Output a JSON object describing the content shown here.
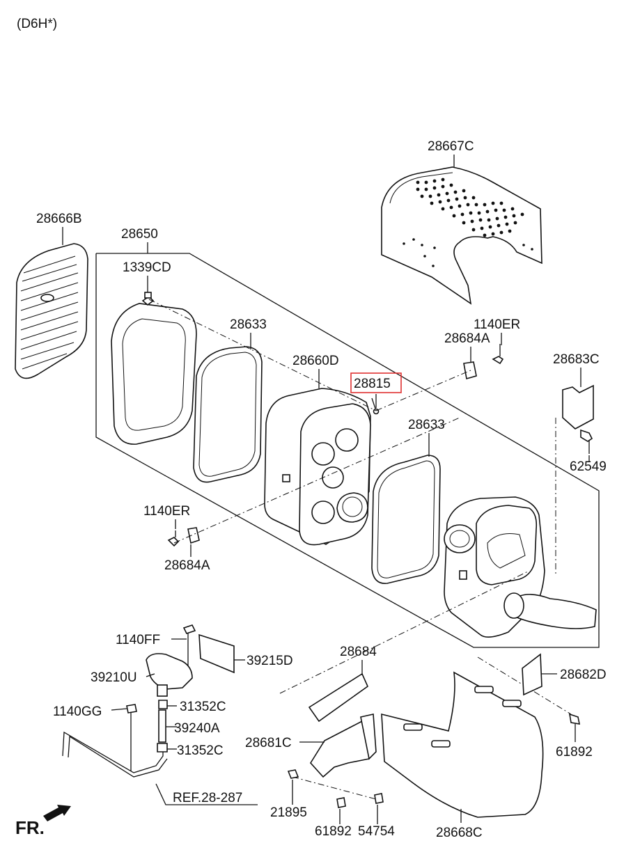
{
  "header": {
    "engine_code": "(D6H*)"
  },
  "labels": {
    "l28667C": "28667C",
    "l28666B": "28666B",
    "l28650": "28650",
    "l1339CD": "1339CD",
    "l28633a": "28633",
    "l28660D": "28660D",
    "l28815": "28815",
    "l1140ERa": "1140ER",
    "l28684Aa": "28684A",
    "l28683C": "28683C",
    "l28633b": "28633",
    "l62549": "62549",
    "l1140ERb": "1140ER",
    "l28684Ab": "28684A",
    "l1140FF": "1140FF",
    "l39215D": "39215D",
    "l39210U": "39210U",
    "l28684": "28684",
    "l28682D": "28682D",
    "l1140GG": "1140GG",
    "l31352Ca": "31352C",
    "l39240A": "39240A",
    "l28681C": "28681C",
    "l31352Cb": "31352C",
    "l61892a": "61892",
    "lREF": "REF.28-287",
    "l21895": "21895",
    "l61892b": "61892",
    "l54754": "54754",
    "l28668C": "28668C",
    "lFR": "FR."
  },
  "highlight": {
    "part": "28815",
    "color": "#e03030"
  }
}
